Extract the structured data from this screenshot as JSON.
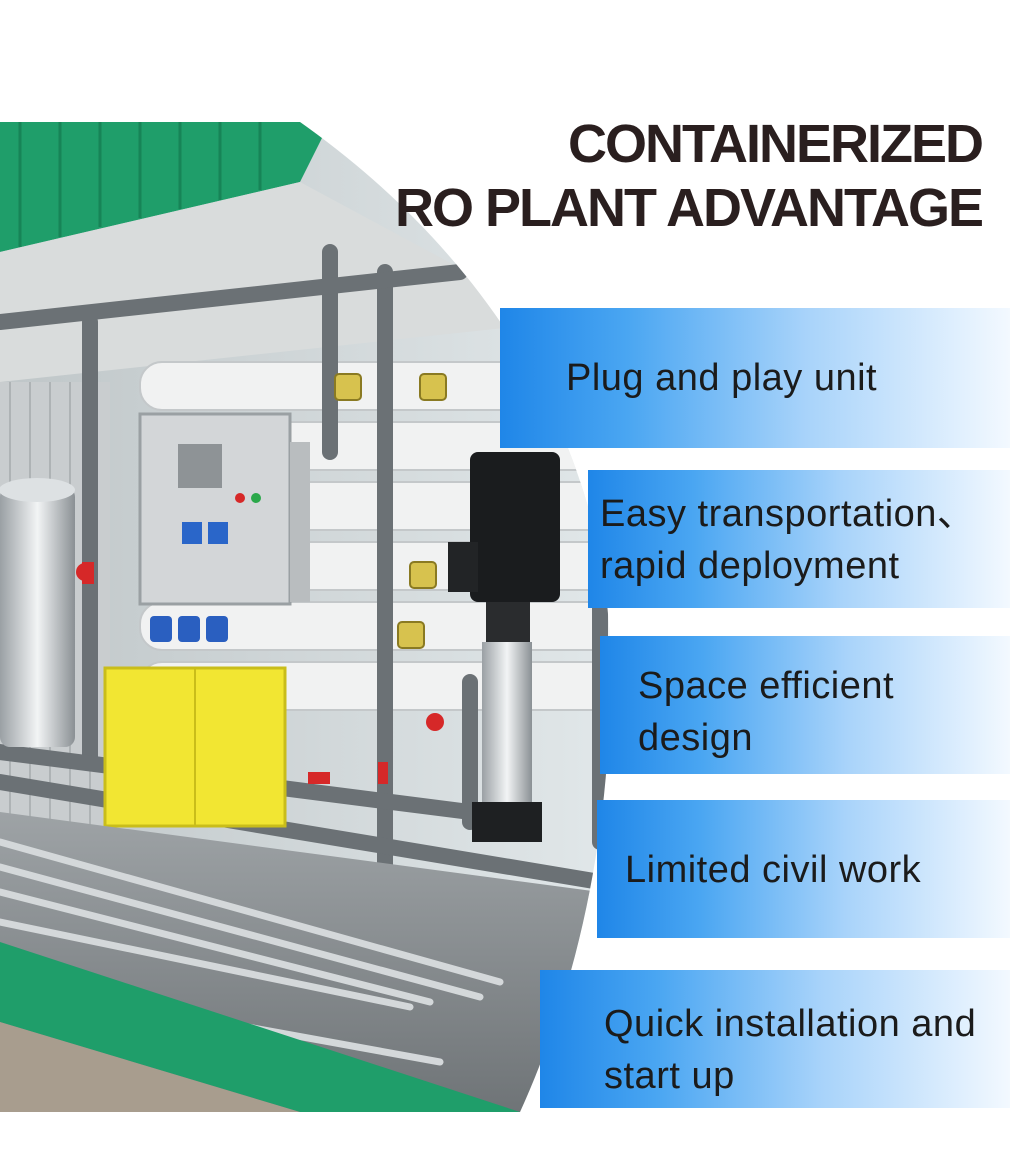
{
  "title": {
    "line1": "CONTAINERIZED",
    "line2": "RO PLANT ADVANTAGE"
  },
  "advantages": [
    {
      "line1": "Plug and play unit",
      "line2": ""
    },
    {
      "line1": "Easy transportation、",
      "line2": "rapid deployment"
    },
    {
      "line1": "Space efficient",
      "line2": "design"
    },
    {
      "line1": "Limited civil work",
      "line2": ""
    },
    {
      "line1": "Quick installation and",
      "line2": "start up"
    }
  ],
  "colors": {
    "band_start": "#1f86e8",
    "band_end": "#f3f9ff",
    "container_green": "#1f9e6a",
    "title_text": "#2a1f1f"
  }
}
